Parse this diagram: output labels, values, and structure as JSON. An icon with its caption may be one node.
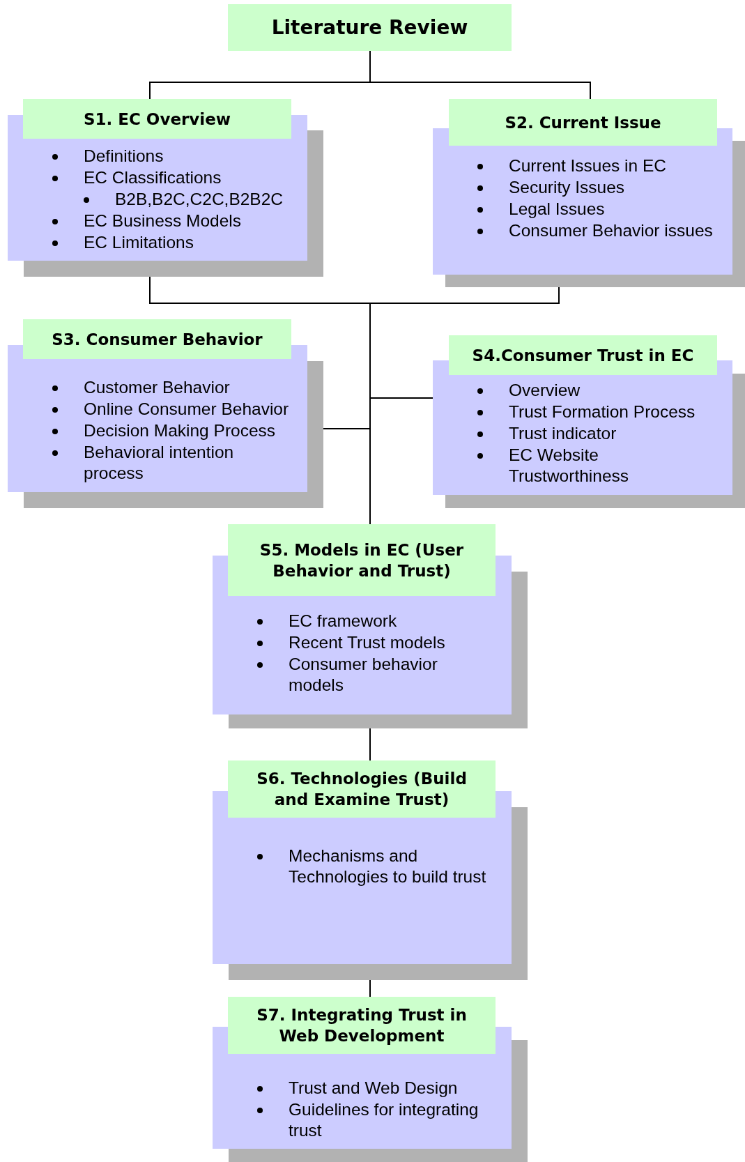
{
  "diagram": {
    "nodes": [
      {
        "text": [
          "Literature Review"
        ]
      },
      {
        "text": [
          "S1. EC Overview",
          "Definitions",
          "EC Classifications",
          "B2B,B2C,C2C,B2B2C",
          "EC Business Models",
          "EC Limitations"
        ]
      },
      {
        "text": [
          "S2. Current Issue",
          "Current Issues in EC",
          "Security Issues",
          "Legal Issues",
          "Consumer Behavior issues"
        ]
      },
      {
        "text": [
          "S3. Consumer Behavior",
          "Customer Behavior",
          "Online Consumer Behavior",
          "Decision Making Process",
          "Behavioral intention process"
        ]
      },
      {
        "text": [
          "S4.Consumer Trust in EC",
          "Overview",
          "Trust Formation Process",
          "Trust indicator",
          "EC Website Trustworthiness"
        ]
      },
      {
        "text": [
          "S5. Models in EC (User Behavior and Trust)",
          "EC framework",
          "Recent Trust models",
          "Consumer behavior models"
        ]
      },
      {
        "text": [
          "S6. Technologies (Build and Examine Trust)",
          "Mechanisms and Technologies to build trust"
        ]
      },
      {
        "text": [
          "S7. Integrating Trust in Web Development",
          "Trust and Web Design",
          "Guidelines for integrating trust"
        ]
      }
    ],
    "edges": [
      {
        "from": 0,
        "to": 1,
        "arrow": "none"
      },
      {
        "from": 0,
        "to": 2,
        "arrow": "none"
      },
      {
        "from": 1,
        "to": 3,
        "arrow": "none"
      },
      {
        "from": 1,
        "to": 4,
        "arrow": "none"
      },
      {
        "from": 1,
        "to": 5,
        "arrow": "none"
      },
      {
        "from": 2,
        "to": 3,
        "arrow": "none"
      },
      {
        "from": 2,
        "to": 4,
        "arrow": "none"
      },
      {
        "from": 2,
        "to": 5,
        "arrow": "none"
      },
      {
        "from": 5,
        "to": 6,
        "arrow": "none"
      },
      {
        "from": 6,
        "to": 7,
        "arrow": "none"
      }
    ]
  }
}
